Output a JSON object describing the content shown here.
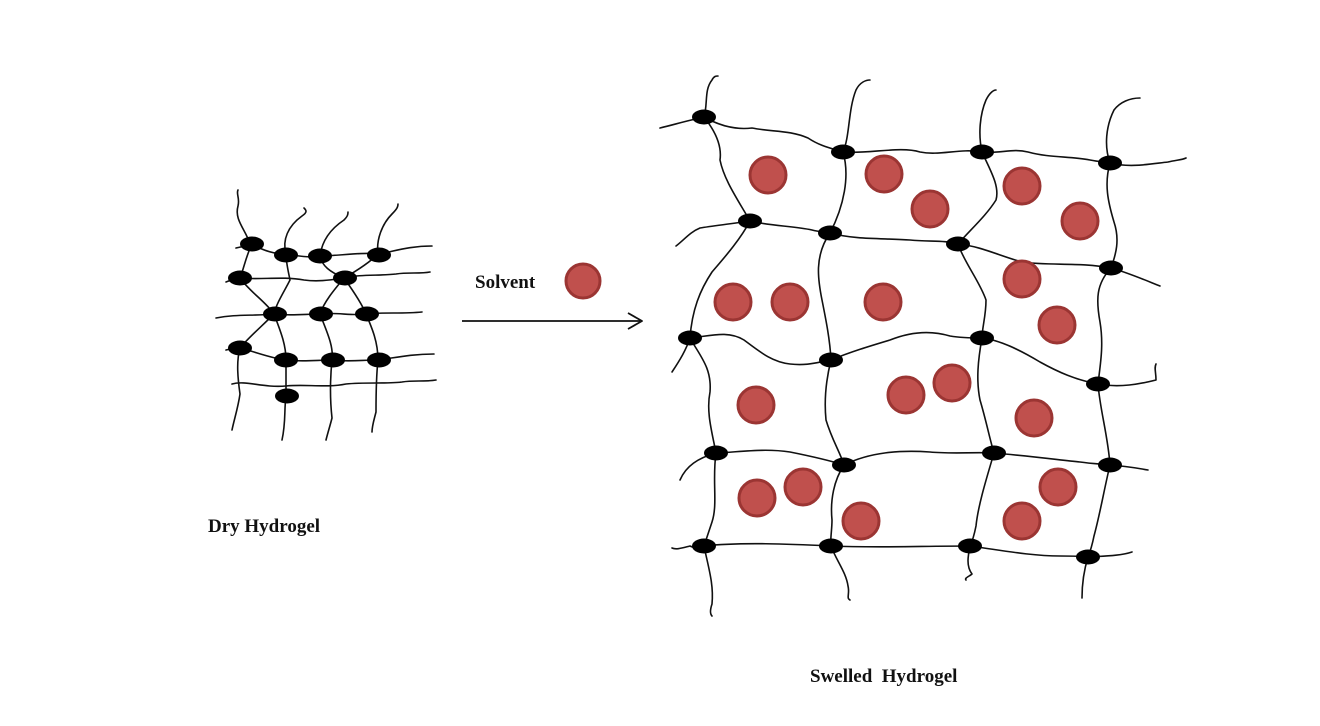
{
  "labels": {
    "solvent": "Solvent",
    "dry": "Dry Hydrogel",
    "swelled": "Swelled  Hydrogel"
  },
  "colors": {
    "solvent_fill": "#c0504d",
    "solvent_stroke": "#9b3533",
    "network": "#111111",
    "crosslink": "#000000"
  }
}
